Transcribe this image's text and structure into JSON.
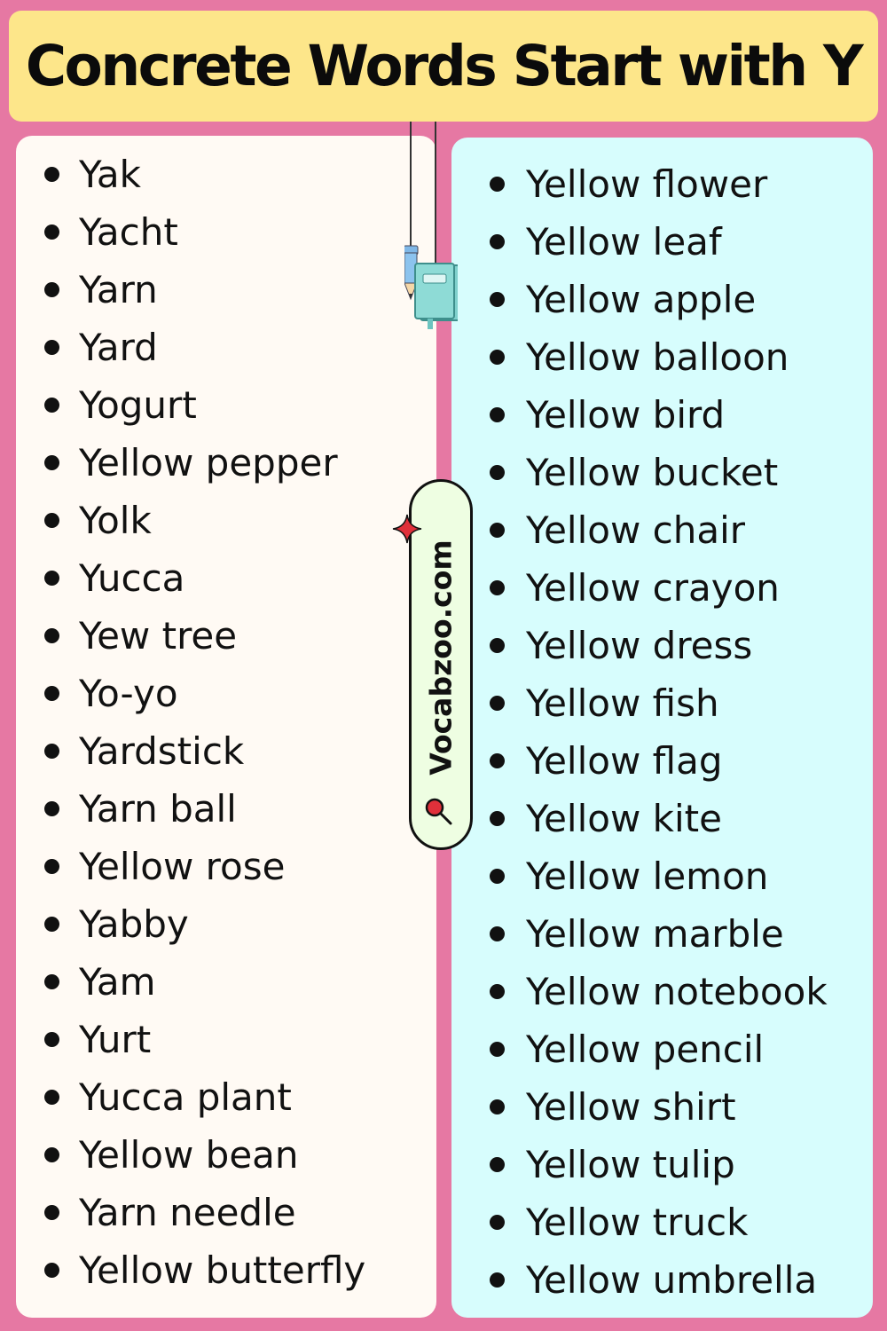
{
  "title": "Concrete Words Start with Y",
  "left_words": [
    "Yak",
    "Yacht",
    "Yarn",
    "Yard",
    "Yogurt",
    "Yellow pepper",
    "Yolk",
    "Yucca",
    "Yew tree",
    "Yo-yo",
    "Yardstick",
    "Yarn ball",
    "Yellow rose",
    "Yabby",
    "Yam",
    "Yurt",
    "Yucca plant",
    "Yellow bean",
    "Yarn needle",
    "Yellow butterfly"
  ],
  "right_words": [
    "Yellow flower",
    "Yellow leaf",
    "Yellow apple",
    "Yellow balloon",
    "Yellow bird",
    "Yellow bucket",
    "Yellow chair",
    "Yellow crayon",
    "Yellow dress",
    "Yellow fish",
    "Yellow flag",
    "Yellow kite",
    "Yellow lemon",
    "Yellow marble",
    "Yellow notebook",
    "Yellow pencil",
    "Yellow shirt",
    "Yellow tulip",
    "Yellow truck",
    "Yellow umbrella"
  ],
  "brand": "Vocabzoo.com",
  "icons": [
    "pencil-icon",
    "notebook-icon",
    "sparkle-icon",
    "magnifier-icon"
  ],
  "colors": {
    "background": "#e678a3",
    "title_bar": "#fde68a",
    "left_panel": "#fffaf4",
    "right_panel": "#d7fdfd",
    "brand_pill": "#eefee2",
    "sparkle": "#e0303a"
  }
}
